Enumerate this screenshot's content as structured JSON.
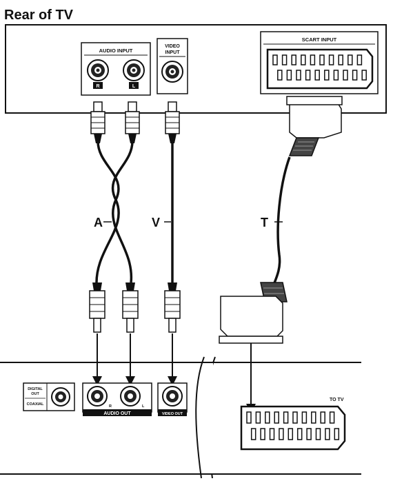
{
  "title": "Rear of TV",
  "tv_panel": {
    "audio_input_label": "AUDIO INPUT",
    "audio_r_label": "R",
    "audio_l_label": "L",
    "video_input_label_line1": "VIDEO",
    "video_input_label_line2": "INPUT",
    "scart_input_label": "SCART INPUT"
  },
  "cables": {
    "audio_cable_label": "A",
    "video_cable_label": "V",
    "scart_cable_label": "T"
  },
  "player_panel": {
    "digital_out_label_line1": "DIGITAL",
    "digital_out_label_line2": "OUT",
    "coaxial_label": "COAXIAL",
    "audio_out_label": "AUDIO OUT",
    "audio_out_r_label": "R",
    "audio_out_l_label": "L",
    "video_out_label": "VIDEO OUT",
    "to_tv_label": "TO TV"
  }
}
